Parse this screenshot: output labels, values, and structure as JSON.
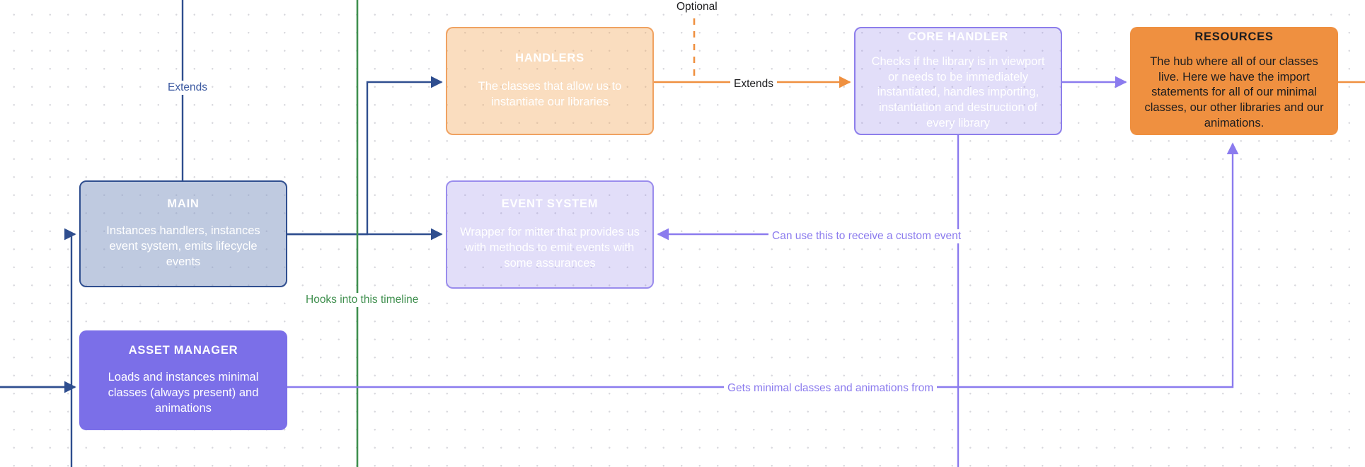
{
  "diagram": {
    "type": "architecture-flow",
    "background": "dotted-grid",
    "nodes": [
      {
        "id": "main",
        "title": "MAIN",
        "desc": "Instances handlers, instances event system, emits lifecycle events",
        "fill": "#8a9ec7",
        "border": "#2f4e8f",
        "text_color": "#ffffff"
      },
      {
        "id": "asset-manager",
        "title": "ASSET MANAGER",
        "desc": "Loads and instances minimal classes (always present) and animations",
        "fill": "#7b6fe8",
        "border": "none",
        "text_color": "#ffffff"
      },
      {
        "id": "handlers",
        "title": "HANDLERS",
        "desc": "The classes that allow us to instantiate our libraries",
        "fill": "#f3a95e",
        "border": "#f0a261",
        "text_color": "#ffffff"
      },
      {
        "id": "event-system",
        "title": "EVENT SYSTEM",
        "desc": "Wrapper for mitter that provides us with methods to emit events with some assurances",
        "fill": "#9687eb",
        "border": "#9a8ced",
        "text_color": "#ffffff"
      },
      {
        "id": "core-handler",
        "title": "CORE HANDLER",
        "desc": "Checks if the library is in viewport or needs to be immediately instantiated, handles importing, instantiation and destruction of every library",
        "fill": "#9687eb",
        "border": "#8d7eeb",
        "text_color": "#ffffff"
      },
      {
        "id": "resources",
        "title": "RESOURCES",
        "desc": "The hub where all of our classes live. Here we have the import statements for all of our minimal classes, our other libraries and our animations.",
        "fill": "#ef9040",
        "border": "none",
        "text_color": "#1d1d1f"
      }
    ],
    "edge_labels": {
      "extends_blue": "Extends",
      "hooks_timeline": "Hooks into this timeline",
      "optional": "Optional",
      "extends_orange": "Extends",
      "custom_event": "Can use this to receive a custom event",
      "gets_classes": "Gets minimal classes and animations from"
    },
    "colors": {
      "blue": "#3a58a0",
      "green": "#3f8f4e",
      "orange": "#ef9040",
      "purple": "#8b7bee",
      "dark_text": "#1d1d1f",
      "dot_grid": "#d8d8dd"
    }
  }
}
